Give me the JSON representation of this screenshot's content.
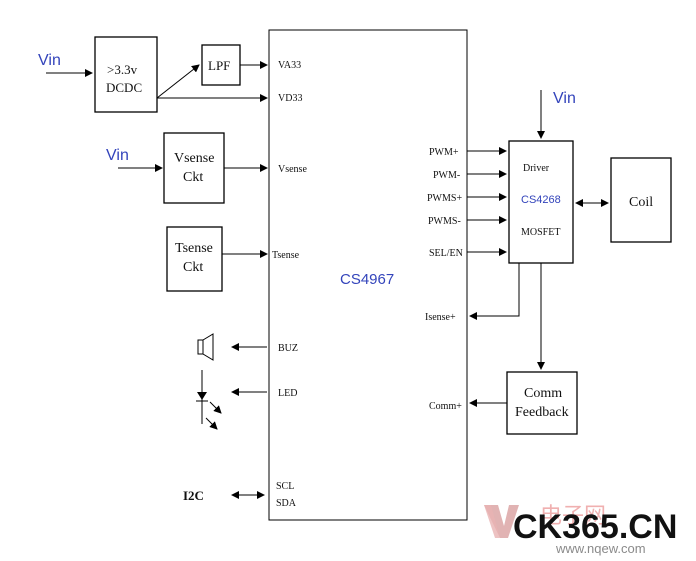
{
  "diagram": {
    "main_chip": "CS4967",
    "driver_chip": {
      "top_label": "Driver",
      "part": "CS4268",
      "bottom_label": "MOSFET"
    },
    "inputs": {
      "vin_dcdc": "Vin",
      "vin_vsense": "Vin",
      "vin_driver": "Vin"
    },
    "blocks": {
      "dcdc_line1": ">3.3v",
      "dcdc_line2": "DCDC",
      "lpf": "LPF",
      "vsense_line1": "Vsense",
      "vsense_line2": "Ckt",
      "tsense_line1": "Tsense",
      "tsense_line2": "Ckt",
      "coil": "Coil",
      "comm_line1": "Comm",
      "comm_line2": "Feedback",
      "i2c": "I2C"
    },
    "pins": {
      "va33": "VA33",
      "vd33": "VD33",
      "vsense": "Vsense",
      "tsense": "Tsense",
      "buz": "BUZ",
      "led": "LED",
      "scl": "SCL",
      "sda": "SDA",
      "pwm_p": "PWM+",
      "pwm_m": "PWM-",
      "pwms_p": "PWMS+",
      "pwms_m": "PWMS-",
      "sel_en": "SEL/EN",
      "isense": "Isense+",
      "comm": "Comm+"
    },
    "watermark": {
      "brand": "CK365.CN",
      "url": "www.nqew.com"
    }
  }
}
